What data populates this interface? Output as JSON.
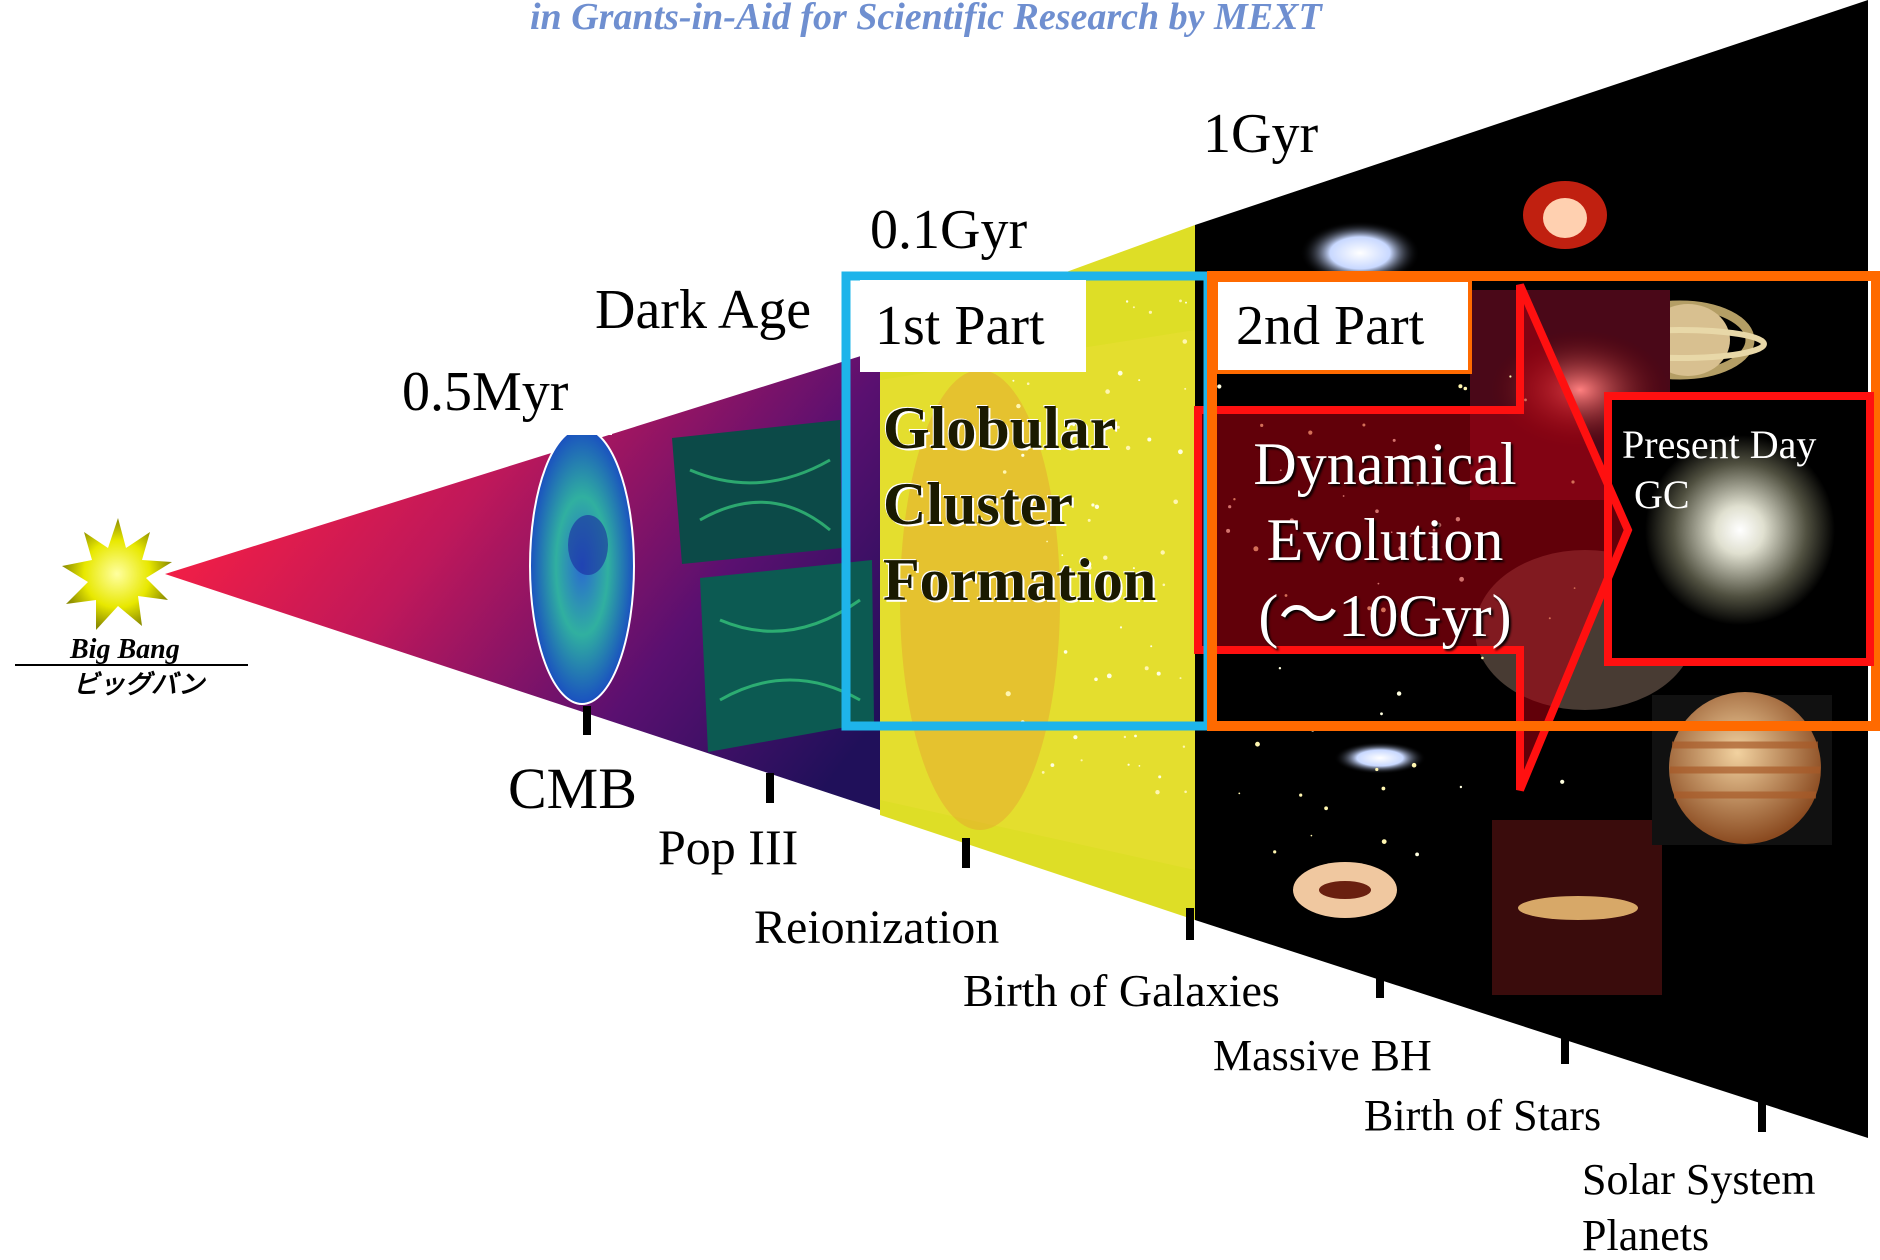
{
  "header": {
    "subtitle": "in Grants-in-Aid for Scientific Research by MEXT"
  },
  "epochs": {
    "t1": "0.5Myr",
    "t2": "Dark Age",
    "t3": "0.1Gyr",
    "t4": "1Gyr"
  },
  "big_bang": {
    "en": "Big Bang",
    "jp": "ビッグバン"
  },
  "parts": {
    "first": {
      "label": "1st Part",
      "title_lines": [
        "Globular",
        "Cluster",
        "Formation"
      ]
    },
    "second": {
      "label": "2nd Part",
      "title_lines": [
        "Dynamical",
        "Evolution",
        "(～10Gyr)"
      ]
    },
    "present": {
      "lines": [
        "Present Day",
        "GC"
      ]
    }
  },
  "milestones": [
    "CMB",
    "Pop III",
    "Reionization",
    "Birth of Galaxies",
    "Massive BH",
    "Birth of Stars",
    "Solar System",
    "Planets"
  ],
  "colors": {
    "blue_frame": "#1eb4ea",
    "orange_frame": "#ff6a00",
    "red_arrow": "#ff1010",
    "yellow_band": "#e6e600",
    "header_blue": "#6f8fd0"
  }
}
